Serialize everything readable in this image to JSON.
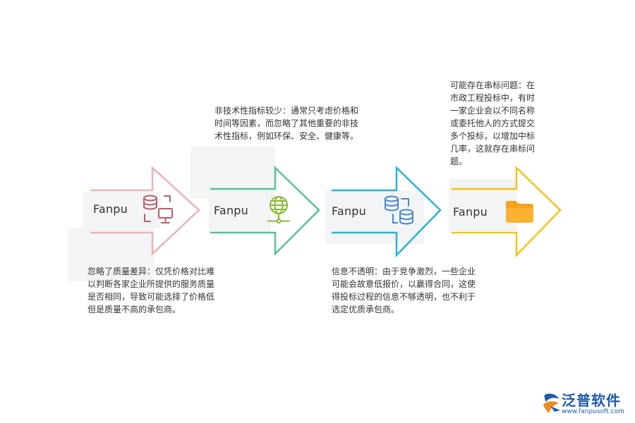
{
  "steps": [
    {
      "brand": "Fanpu",
      "icon": "database-monitor-icon",
      "color": "#e8b4b8",
      "icon_color": "#b5606a",
      "note": "忽略了质量差异：仅凭价格对比难\n以判断各家企业所提供的服务质量\n是否相同，导致可能选择了价格低\n但是质量不高的承包商。"
    },
    {
      "brand": "Fanpu",
      "icon": "globe-network-icon",
      "color": "#5cbf98",
      "icon_color": "#8bb83a",
      "note": "非技术性指标较少：通常只考虑价格和\n时间等因素，而忽略了其他重要的非技\n术性指标，例如环保、安全、健康等。"
    },
    {
      "brand": "Fanpu",
      "icon": "databases-icon",
      "color": "#2ab3d4",
      "icon_color": "#4a86c8",
      "note": "信息不透明：由于竞争激烈，一些企业\n可能会故意低报价，以赢得合同，这使\n得投标过程的信息不够透明，也不利于\n选定优质承包商。"
    },
    {
      "brand": "Fanpu",
      "icon": "folder-icon",
      "color": "#f0c419",
      "icon_color": "#f7a21b",
      "note": "可能存在串标问题：在\n市政工程投标中，有时\n一家企业会以不同名称\n或委托他人的方式提交\n多个投标，以增加中标\n几率，这就存在串标问\n题。"
    }
  ],
  "logo": {
    "name": "泛普软件",
    "url": "www.fanpusoft.com",
    "color": "#1f5aa8"
  }
}
